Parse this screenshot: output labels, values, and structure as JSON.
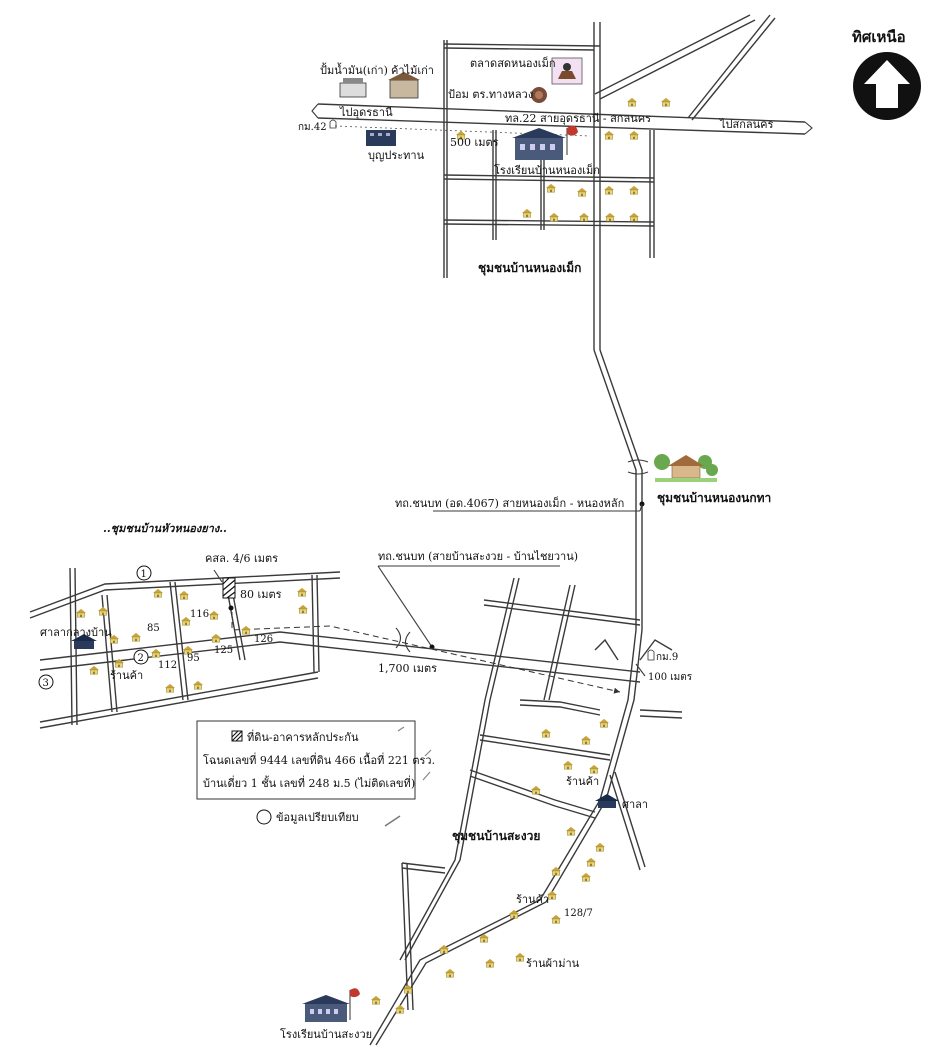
{
  "north": {
    "label": "ทิศเหนือ"
  },
  "top_area": {
    "market": "ตลาดสดหนองเม็ก",
    "gas_old": "ปั้มน้ำมัน(เก่า)",
    "wood_shop": "ค้าไม้เก่า",
    "police_box": "ป้อม ตร.ทางหลวง",
    "to_udon": "ไปอุดรธานี",
    "highway22": "ทล.22 สายอุดรธานี - สกลนคร",
    "to_sakon": "ไปสกลนคร",
    "km42": "กม.42",
    "bunprathan": "บุญประทาน",
    "dist500": "500 เมตร",
    "school_nongmek": "โรงเรียนบ้านหนองเม็ก",
    "community_nongmek": "ชุมชนบ้านหนองเม็ก"
  },
  "middle": {
    "community_nongnokta": "ชุมชนบ้านหนองนกทา",
    "road4067": "ทถ.ชนบท (อด.4067) สายหนองเม็ก - หนองหลัก",
    "road_sangai": "ทถ.ชนบท (สายบ้านสะงวย - บ้านไชยวาน)"
  },
  "left_area": {
    "community_hua": "..ชุมชนบ้านหัวหนองยาง..",
    "ksl": "คสล. 4/6 เมตร",
    "dist80": "80 เมตร",
    "sala_village": "ศาลากลางบ้าน",
    "shop": "ร้านค้า",
    "n85": "85",
    "n116": "116",
    "n126": "126",
    "n112": "112",
    "n95": "95",
    "n125": "125",
    "c1": "1",
    "c2": "2",
    "c3": "3",
    "dist1700": "1,700 เมตร"
  },
  "legend": {
    "line1": "ที่ดิน-อาคารหลักประกัน",
    "line2": "โฉนดเลขที่ 9444 เลขที่ดิน 466 เนื้อที่ 221 ตรว.",
    "line3": "บ้านเดี่ยว 1 ชั้น เลขที่ 248 ม.5 (ไม่ติดเลขที่)",
    "compare": "ข้อมูลเปรียบเทียบ"
  },
  "lower_area": {
    "km9": "กม.9",
    "dist100": "100 เมตร",
    "shop1": "ร้านค้า",
    "sala": "ศาลา",
    "community_sangai": "ชุมชนบ้านสะงวย",
    "shop2": "ร้านค้า",
    "n1287": "128/7",
    "shop_cloth": "ร้านผ้าม่าน",
    "school_sangai": "โรงเรียนบ้านสะงวย"
  }
}
